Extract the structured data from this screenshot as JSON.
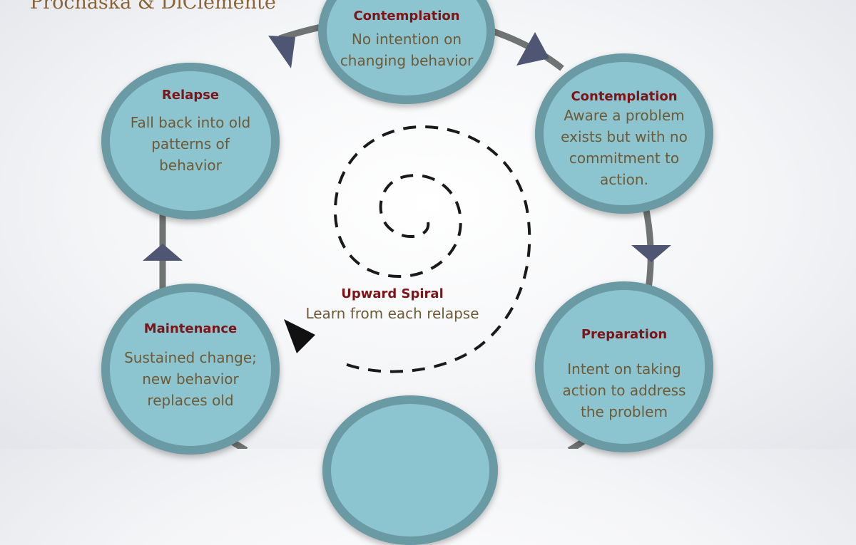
{
  "header": {
    "title": "Prochaska & DiClemente"
  },
  "stages": [
    {
      "title": "Contemplation",
      "description": "No intention on changing behavior"
    },
    {
      "title": "Contemplation",
      "description": "Aware a problem exists but with no commitment to action."
    },
    {
      "title": "Preparation",
      "description": "Intent on taking action to address the problem"
    },
    {
      "title": "",
      "description": ""
    },
    {
      "title": "Maintenance",
      "description": "Sustained change; new behavior replaces old"
    },
    {
      "title": "Relapse",
      "description": "Fall back into old patterns of behavior"
    }
  ],
  "spiral": {
    "title": "Upward Spiral",
    "subtitle": "Learn from each relapse"
  },
  "colors": {
    "circle_fill": "#8cc5d0",
    "circle_border": "#6a9aa4",
    "ring": "#6f7472",
    "arrow": "#4e5673",
    "stage_title": "#7d1418",
    "body_text": "#6e5a36",
    "header_text": "#8a6436"
  }
}
